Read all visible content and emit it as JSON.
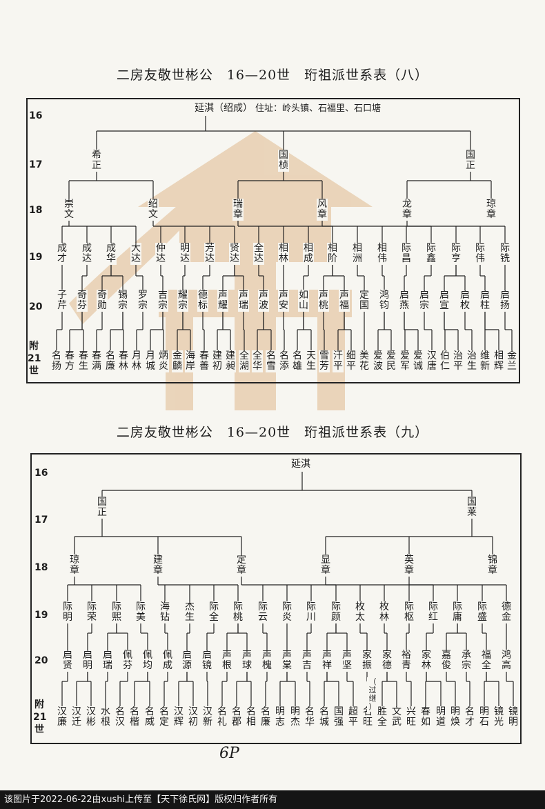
{
  "page": {
    "title_1": "二房友敬世彬公　16—20世　珩祖派世系表（八）",
    "title_2": "二房友敬世彬公　16—20世　珩祖派世系表（九）",
    "address": "住址：岭头镇、石福里、石口塘",
    "handwritten_mark": "6P",
    "footer": "该图片于2022-06-22由xushi上传至【天下徐氏网】版权归作者所有"
  },
  "gen_labels": {
    "g16": "16",
    "g17": "17",
    "g18": "18",
    "g19": "19",
    "g20": "20",
    "fu": "附",
    "g21": "21",
    "shi": "世"
  },
  "table_8": {
    "root": "延淇（绍成）",
    "gen17": [
      "希正",
      "国桢",
      "国正"
    ],
    "gen18": [
      "崇文",
      "绍文",
      "瑞章",
      "风章",
      "龙章",
      "琼章"
    ],
    "gen19": [
      "成才",
      "成达",
      "成华",
      "大达",
      "仲达",
      "明达",
      "芳达",
      "贤达",
      "全达",
      "相林",
      "相成",
      "相阶",
      "相洲",
      "相伟",
      "际昌",
      "际鑫",
      "际亨",
      "际伟",
      "际铣"
    ],
    "gen20": [
      "子芹",
      "奇芬",
      "奇勋",
      "锡宗",
      "罗宗",
      "吉宗",
      "耀宗",
      "德标",
      "声耀",
      "声瑞",
      "声波",
      "声安",
      "如山",
      "声桃",
      "声福",
      "定国",
      "鸿钧",
      "启燕",
      "启宗",
      "启宣",
      "启枚",
      "启柱",
      "启扬"
    ],
    "gen21": [
      "名扬",
      "春方",
      "春生",
      "春满",
      "名廉",
      "春林",
      "月林",
      "月城",
      "炳炎",
      "金麟",
      "海岸",
      "春善",
      "建初",
      "建昶",
      "全湖",
      "全华",
      "名雪",
      "名添",
      "名雄",
      "天生",
      "雪芳",
      "汗平",
      "细平",
      "美花",
      "爱波",
      "爱民",
      "爱军",
      "爱诚",
      "汉唐",
      "伯仁",
      "治平",
      "治生",
      "维新",
      "相辉",
      "金兰"
    ]
  },
  "table_9": {
    "root": "延淇",
    "gen17": [
      "国正",
      "国莱"
    ],
    "gen18": [
      "琼章",
      "建章",
      "定章",
      "显章",
      "英章",
      "锦章"
    ],
    "gen19": [
      "际明",
      "际荣",
      "际熙",
      "际美",
      "海钻",
      "杰生",
      "际全",
      "际桃",
      "际云",
      "际炎",
      "际川",
      "际颜",
      "枚太",
      "枚林",
      "际枢",
      "际红",
      "际庸",
      "际盛",
      "德金"
    ],
    "gen20": [
      "启贤",
      "启明",
      "启瑞",
      "佩芬",
      "佩均",
      "佩成",
      "启源",
      "启镜",
      "声根",
      "声球",
      "声槐",
      "声棠",
      "声吉",
      "声祥",
      "声坚",
      "家振",
      "家德",
      "裕青",
      "家林",
      "嘉俊",
      "承宗",
      "福全",
      "鸿高"
    ],
    "note": "（过继）",
    "gen21": [
      "汉廉",
      "汉迁",
      "汉彬",
      "水根",
      "名汉",
      "名楷",
      "名威",
      "名定",
      "汉辉",
      "汉初",
      "汉新",
      "名礼",
      "名郡",
      "名相",
      "名廉",
      "明志",
      "明杰",
      "名华",
      "名城",
      "国强",
      "超平",
      "名旺",
      "胜全",
      "文武",
      "兴旺",
      "春如",
      "明道",
      "明焕",
      "名才",
      "明石",
      "镜光",
      "镜明"
    ]
  }
}
